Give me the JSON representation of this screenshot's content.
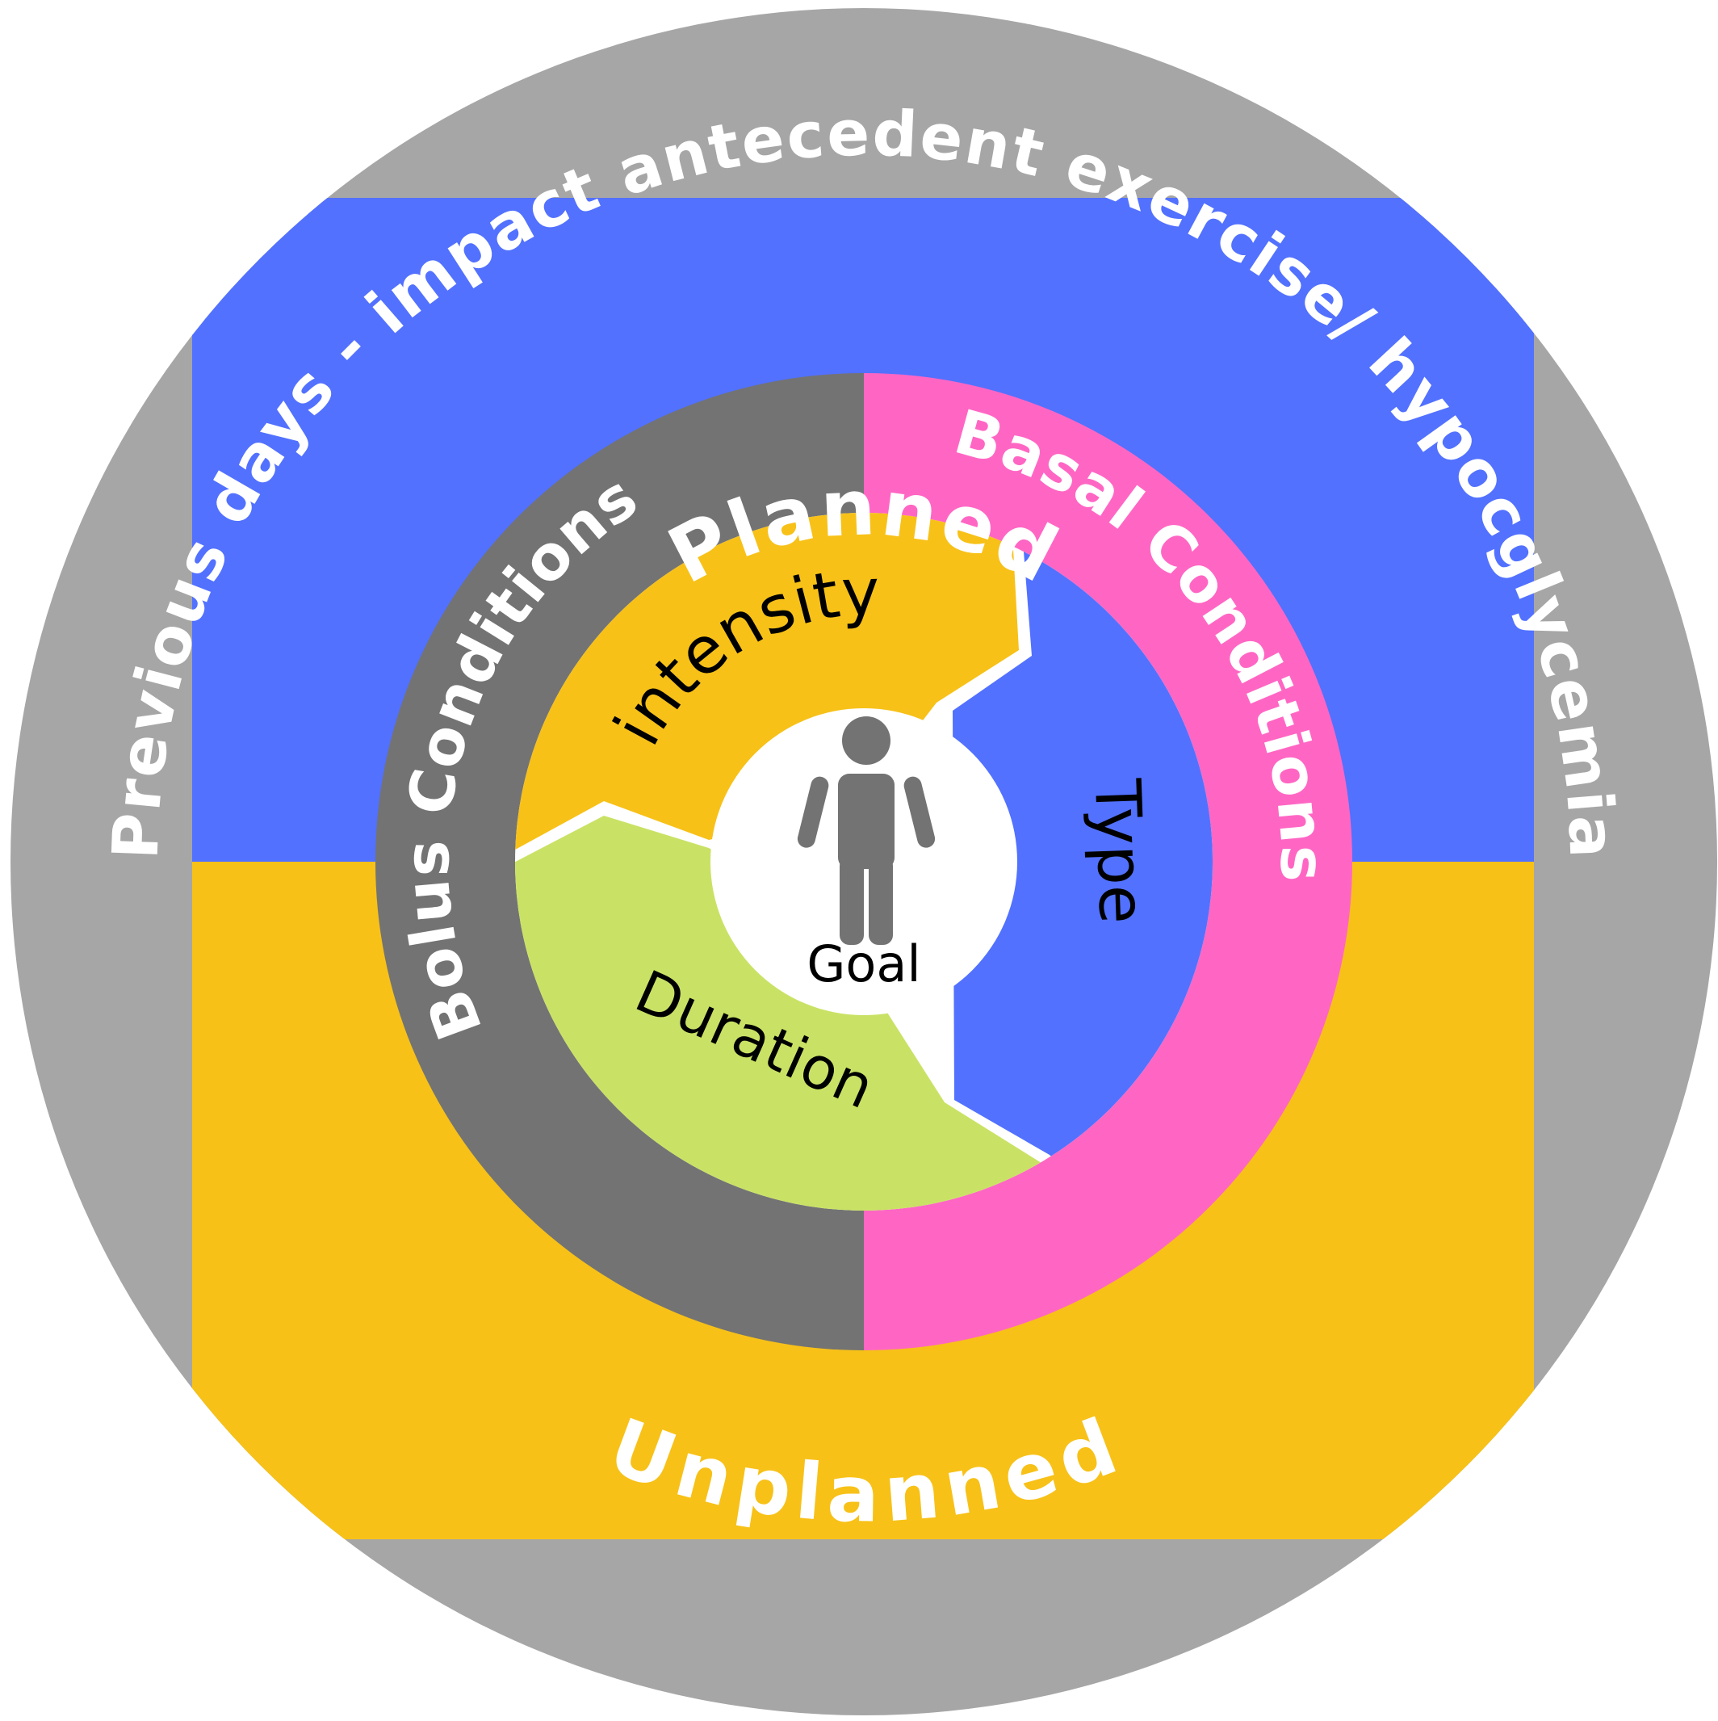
{
  "labels": {
    "outer_ring": "Previous days - impact antecedent exercise/ hypocglycemia",
    "planned": "Planned",
    "unplanned": "Unplanned",
    "basal": "Basal Conditions",
    "bolus": "Bolus Conditions",
    "intensity": "intensity",
    "type": "Type",
    "duration": "Duration",
    "goal": "Goal"
  },
  "colors": {
    "outer_ring": "#a6a6a6",
    "planned": "#5271ff",
    "unplanned": "#f7c118",
    "basal": "#ff66c4",
    "bolus": "#737373",
    "intensity": "#f7c118",
    "type": "#5271ff",
    "duration": "#c9e265",
    "center": "#ffffff",
    "person": "#737373",
    "white_text": "#ffffff",
    "dark_text": "#000000"
  },
  "icons": {
    "center": "person-icon"
  }
}
